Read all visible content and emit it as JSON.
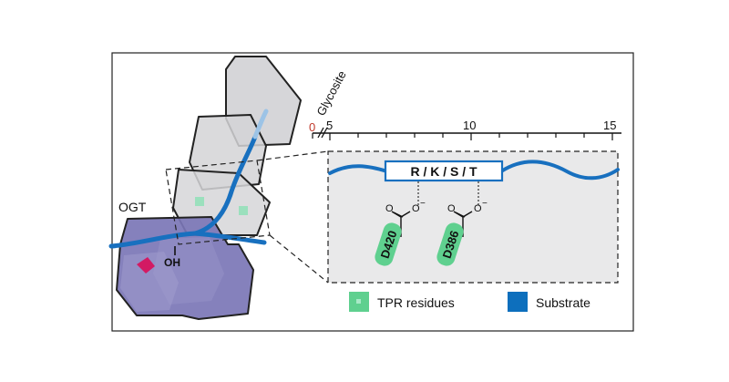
{
  "labels": {
    "glycosite": "Glycosite",
    "ogt": "OGT",
    "oh": "OH",
    "motif": "R / K / S / T"
  },
  "axis": {
    "zero": "0",
    "ticks": [
      "5",
      "10",
      "15"
    ]
  },
  "residues": [
    {
      "name": "D420",
      "charge": "−"
    },
    {
      "name": "D386",
      "charge": "−"
    }
  ],
  "legend": [
    {
      "label": "TPR residues",
      "color": "#5fd08f"
    },
    {
      "label": "Substrate",
      "color": "#0d6fbd"
    }
  ],
  "colors": {
    "substrate": "#1870bf",
    "tpr": "#5fd08f",
    "tpr_domain": "#d4d4d6",
    "catalytic": "#7b76b6",
    "active_site": "#d31a63",
    "zero": "#c0392b",
    "zoom_fill": "#e9e9ea"
  }
}
